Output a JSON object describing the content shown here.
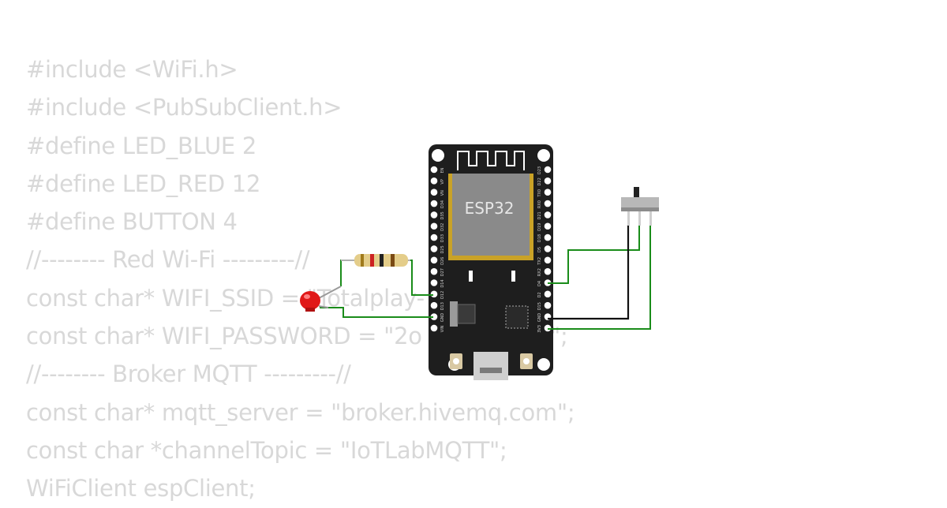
{
  "code_lines": [
    "#include <WiFi.h>",
    "#include <PubSubClient.h>",
    "#define LED_BLUE 2",
    "#define LED_RED 12",
    "#define BUTTON 4",
    "//-------- Red Wi-Fi ---------//",
    "const char* WIFI_SSID = \"Totalplay-       0\";",
    "const char* WIFI_PASSWORD = \"2o          vKUT\";",
    "//-------- Broker MQTT ---------//",
    "const char* mqtt_server = \"broker.hivemq.com\";",
    "const char *channelTopic = \"IoTLabMQTT\";",
    "WiFiClient espClient;"
  ],
  "board": {
    "chip_label": "ESP32",
    "pins_left": [
      "EN",
      "VP",
      "VN",
      "D34",
      "D35",
      "D32",
      "D33",
      "D25",
      "D26",
      "D27",
      "D14",
      "D12",
      "D13",
      "GND",
      "VIN"
    ],
    "pins_right": [
      "D23",
      "D22",
      "TX0",
      "RX0",
      "D21",
      "D19",
      "D18",
      "D5",
      "TX2",
      "RX2",
      "D4",
      "D2",
      "D15",
      "GND",
      "3V3"
    ]
  },
  "colors": {
    "board": "#1e1e1e",
    "chip": "#8a8a8a",
    "wire_green": "#1a8c1a",
    "wire_black": "#111111",
    "led": "#e01818",
    "code_text": "#d8d8d8"
  }
}
